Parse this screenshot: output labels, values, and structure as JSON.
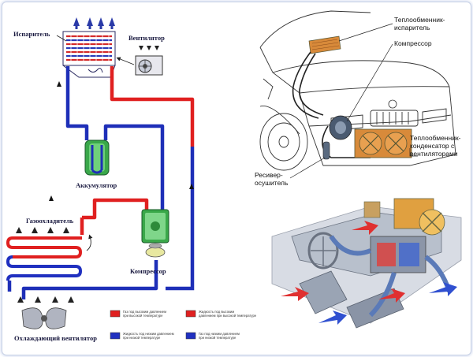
{
  "diagram": {
    "labels": {
      "evaporator": "Испаритель",
      "fan": "Вентилятор",
      "accumulator": "Аккумулятор",
      "gas_cooler": "Газоохладитель",
      "compressor": "Компрессор",
      "cooling_fan": "Охлаждающий вентилятор"
    },
    "legend": [
      {
        "color": "#e02020",
        "line1": "Газ под высоким давлением",
        "line2": "при высокой температуре"
      },
      {
        "color": "#e02020",
        "line1": "Жидкость под высоким",
        "line2": "давлением при высокой температуре"
      },
      {
        "color": "#2030c0",
        "line1": "Жидкость под низким давлением",
        "line2": "при низкой температуре"
      },
      {
        "color": "#2030c0",
        "line1": "Газ под низким давлением",
        "line2": "при низкой температуре"
      }
    ],
    "colors": {
      "high": "#e02020",
      "low": "#1e2fb8",
      "accent": "#1f8a3a"
    }
  },
  "car": {
    "labels": {
      "evaporator_hx_1": "Теплообменник-",
      "evaporator_hx_2": "испаритель",
      "compressor": "Компрессор",
      "condenser_1": "Теплообменник-",
      "condenser_2": "конденсатор с",
      "condenser_3": "вентиляторами",
      "receiver_1": "Ресивер-",
      "receiver_2": "осушитель"
    }
  }
}
